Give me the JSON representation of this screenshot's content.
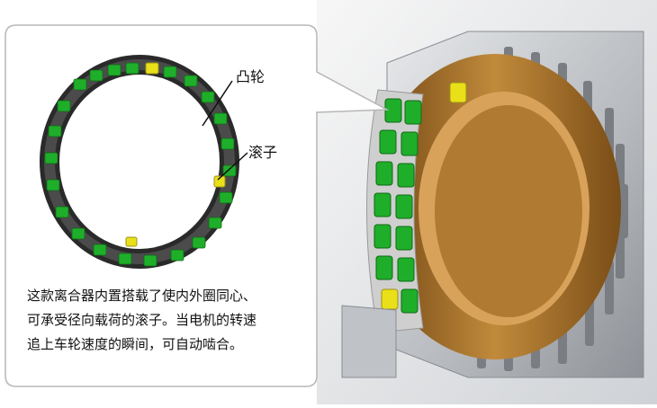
{
  "labels": {
    "cam": "凸轮",
    "roller": "滚子"
  },
  "description": {
    "line1": "这款离合器内置搭载了使内外圈同心、",
    "line2": "可承受径向载荷的滚子。当电机的转速",
    "line3": "追上车轮速度的瞬间，可自动啮合。"
  },
  "colors": {
    "roller_green": "#1fae2a",
    "roller_yellow": "#e9e01a",
    "cam_bronze": "#b47a2e",
    "housing_gray": "#b9bcc0",
    "bubble_border": "#b7b7b7"
  }
}
